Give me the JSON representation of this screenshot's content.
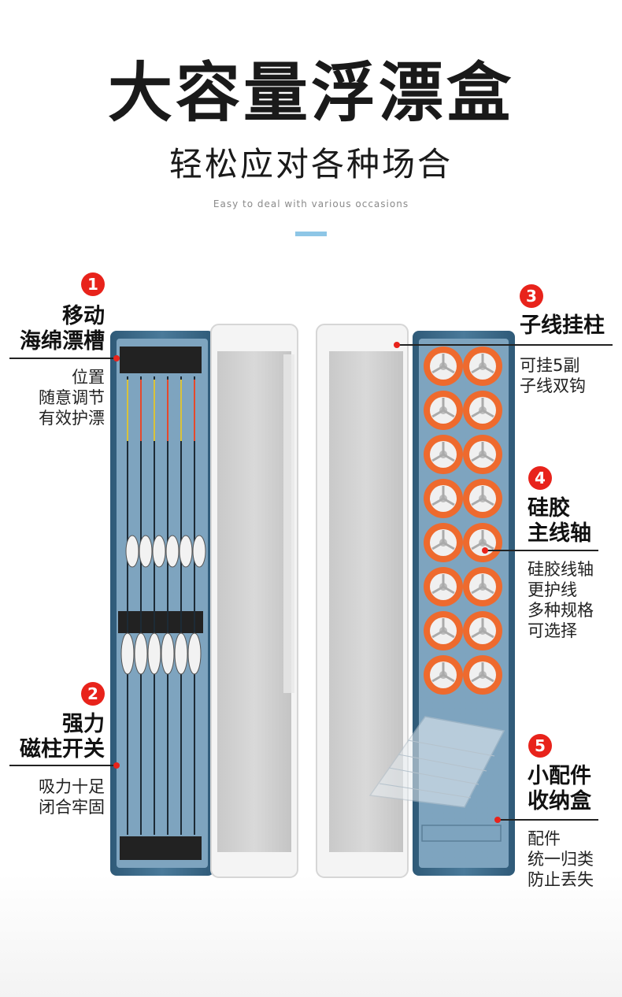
{
  "header": {
    "title": "大容量浮漂盒",
    "subtitle": "轻松应对各种场合",
    "english": "Easy to deal with various occasions"
  },
  "features": [
    {
      "number": "1",
      "title_lines": [
        "移动",
        "海绵漂槽"
      ],
      "desc_lines": [
        "位置",
        "随意调节",
        "有效护漂"
      ]
    },
    {
      "number": "2",
      "title_lines": [
        "强力",
        "磁柱开关"
      ],
      "desc_lines": [
        "吸力十足",
        "闭合牢固"
      ]
    },
    {
      "number": "3",
      "title_lines": [
        "子线挂柱"
      ],
      "desc_lines": [
        "可挂5副",
        "子线双钩"
      ]
    },
    {
      "number": "4",
      "title_lines": [
        "硅胶",
        "主线轴"
      ],
      "desc_lines": [
        "硅胶线轴",
        "更护线",
        "多种规格",
        "可选择"
      ]
    },
    {
      "number": "5",
      "title_lines": [
        "小配件",
        "收纳盒"
      ],
      "desc_lines": [
        "配件",
        "统一归类",
        "防止丢失"
      ]
    }
  ],
  "colors": {
    "accent_red": "#e8231b",
    "accent_blue": "#8ec6e6",
    "panel_blue": "#3f6c8c",
    "spool_orange": "#ee6a2e"
  },
  "product": {
    "floats_per_row": 6,
    "spool_rows": 8,
    "spool_cols": 2
  }
}
